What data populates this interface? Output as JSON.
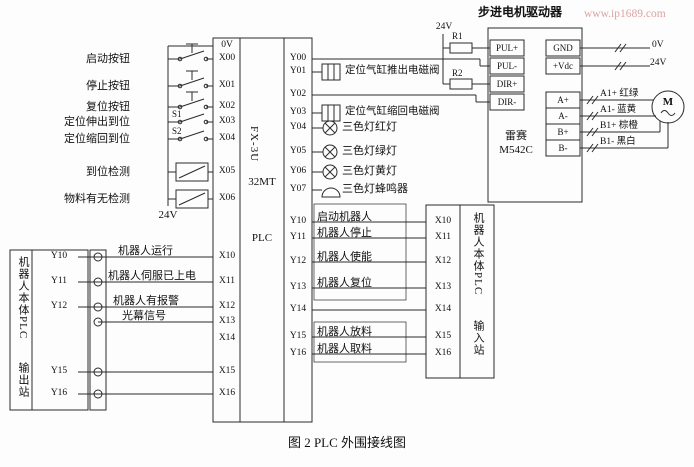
{
  "watermark": "www.ip1689.com",
  "caption": "图 2 PLC 外围接线图",
  "plc": {
    "model_vertical": "FX-3U",
    "model_mid": "32MT",
    "model_bottom": "PLC",
    "left_terminals": [
      "0V",
      "X00",
      "X01",
      "X02",
      "X03",
      "X04",
      "X05",
      "X06",
      "X10",
      "X11",
      "X12",
      "X13",
      "X14",
      "X15",
      "X16"
    ],
    "right_terminals": [
      "Y00",
      "Y01",
      "Y02",
      "Y03",
      "Y04",
      "Y05",
      "Y06",
      "Y07",
      "Y10",
      "Y11",
      "Y12",
      "Y13",
      "Y14",
      "Y15",
      "Y16"
    ]
  },
  "inputs": {
    "labels": [
      "启动按钮",
      "停止按钮",
      "复位按钮",
      "定位伸出到位",
      "定位缩回到位",
      "到位检测",
      "物料有无检测"
    ],
    "s1": "S1",
    "s2": "S2",
    "common": "24V"
  },
  "robot_output_station": {
    "vertical_label": "机器人本体PLC",
    "vertical_label2": "输出站",
    "terminals": [
      "Y10",
      "Y11",
      "Y12",
      "Y15",
      "Y16"
    ],
    "signals": [
      "机器人运行",
      "机器人伺服已上电",
      "机器人有报警",
      "光幕信号"
    ]
  },
  "outputs": [
    "定位气缸推出电磁阀",
    "定位气缸缩回电磁阀",
    "三色灯红灯",
    "三色灯绿灯",
    "三色灯黄灯",
    "三色灯蜂鸣器"
  ],
  "driver": {
    "title": "步进电机驱动器",
    "supply": "24V",
    "r1": "R1",
    "r2": "R2",
    "left_pins": [
      "PUL+",
      "PUL-",
      "DIR+",
      "DIR-"
    ],
    "right_pins": [
      "GND",
      "+Vdc",
      "A+",
      "A-",
      "B+",
      "B-"
    ],
    "brand": "雷赛",
    "model": "M542C",
    "wire_labels": [
      "0V",
      "24V",
      "A1+ 红绿",
      "A1- 蓝黄",
      "B1+ 棕橙",
      "B1- 黑白"
    ],
    "motor": "M"
  },
  "robot_input_station": {
    "vertical_label": "机器人本体PLC",
    "vertical_label2": "输入站",
    "terminals": [
      "X10",
      "X11",
      "X12",
      "X13",
      "X14",
      "X15",
      "X16"
    ],
    "signals": [
      "启动机器人",
      "机器人停止",
      "机器人使能",
      "机器人复位",
      "机器人放料",
      "机器人取料"
    ]
  }
}
